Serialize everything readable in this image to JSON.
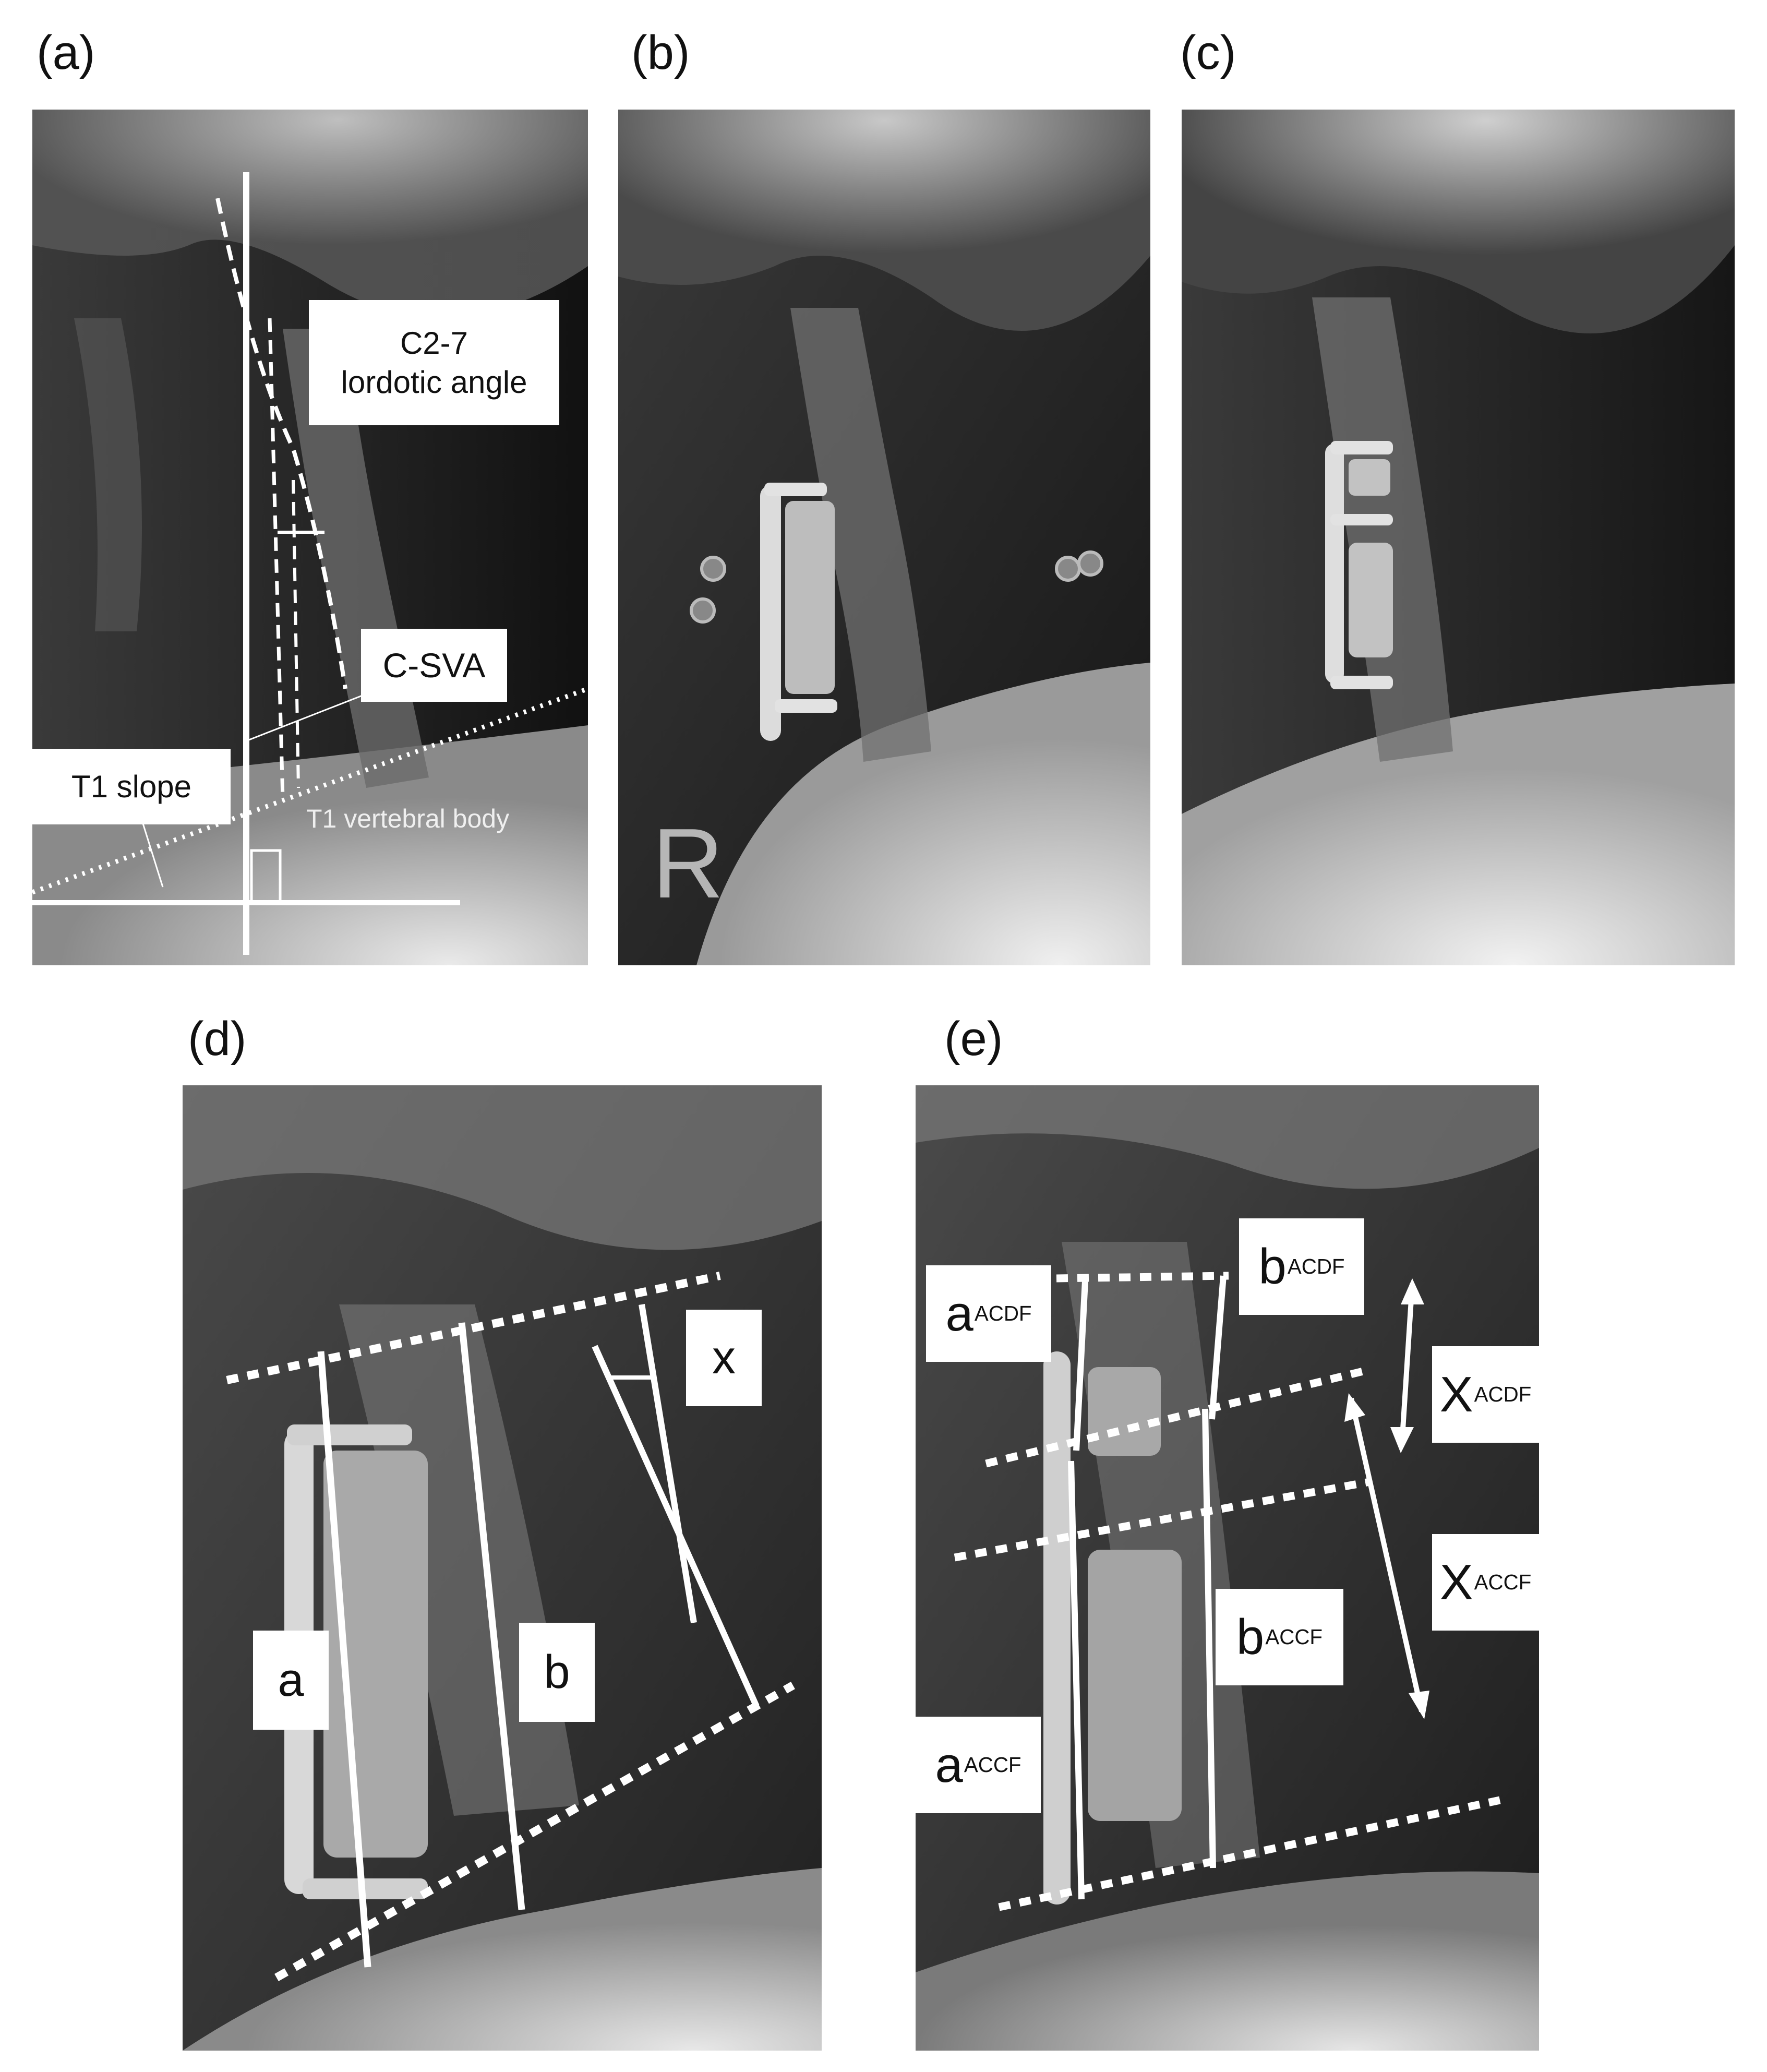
{
  "panels": {
    "a": {
      "label": "(a)"
    },
    "b": {
      "label": "(b)"
    },
    "c": {
      "label": "(c)"
    },
    "d": {
      "label": "(d)"
    },
    "e": {
      "label": "(e)"
    }
  },
  "annotations_a": {
    "c27_line1": "C2-7",
    "c27_line2": "lordotic angle",
    "csva": "C-SVA",
    "t1slope": "T1 slope",
    "t1body": "T1 vertebral body"
  },
  "annotations_b": {
    "marker": "R"
  },
  "annotations_d": {
    "a": "a",
    "b": "b",
    "x": "x"
  },
  "annotations_e": {
    "a_acdf": {
      "main": "a",
      "sub": "ACDF"
    },
    "b_acdf": {
      "main": "b",
      "sub": "ACDF"
    },
    "x_acdf": {
      "main": "X",
      "sub": "ACDF"
    },
    "a_accf": {
      "main": "a",
      "sub": "ACCF"
    },
    "b_accf": {
      "main": "b",
      "sub": "ACCF"
    },
    "x_accf": {
      "main": "X",
      "sub": "ACCF"
    }
  },
  "colors": {
    "xray_dark": "#1c1c1c",
    "bone": "#b8b8b8",
    "annotation_line": "#ffffff"
  }
}
